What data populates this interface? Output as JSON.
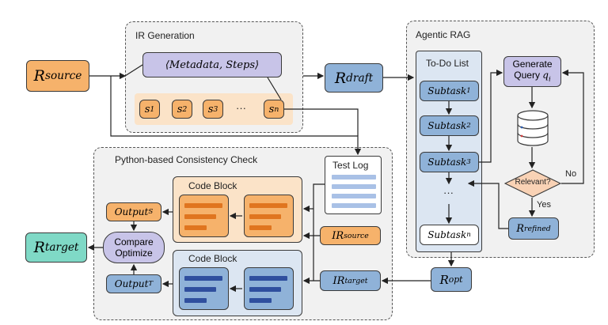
{
  "panels": {
    "ir_generation": "IR Generation",
    "agentic_rag": "Agentic RAG",
    "consistency_check": "Python-based Consistency Check"
  },
  "nodes": {
    "r_source": {
      "base": "R",
      "sub": "source"
    },
    "metadata_steps": "⟨Metadata, Steps⟩",
    "steps": [
      {
        "base": "s",
        "sub": "1"
      },
      {
        "base": "s",
        "sub": "2"
      },
      {
        "base": "s",
        "sub": "3"
      }
    ],
    "steps_ellipsis": "···",
    "step_n": {
      "base": "s",
      "sub": "n"
    },
    "r_draft": {
      "base": "R",
      "sub": "draft"
    },
    "todo_title": "To-Do List",
    "subtasks": [
      {
        "base": "Subtask",
        "sub": "1"
      },
      {
        "base": "Subtask",
        "sub": "2"
      },
      {
        "base": "Subtask",
        "sub": "3"
      }
    ],
    "subtask_ellipsis": "···",
    "subtask_n": {
      "base": "Subtask",
      "sub": "n"
    },
    "generate_query": "Generate",
    "query_label": {
      "text": "Query ",
      "base": "q",
      "sub": "i"
    },
    "relevant": "Relevant?",
    "no_label": "No",
    "yes_label": "Yes",
    "r_refined": {
      "base": "R",
      "sub": "refined"
    },
    "r_opt": {
      "base": "R",
      "sub": "opt"
    },
    "test_log": "Test Log",
    "code_block_top": "Code Block",
    "code_block_bottom": "Code Block",
    "ir_source": {
      "base": "IR",
      "sub": "source"
    },
    "ir_target": {
      "base": "IR",
      "sub": "target"
    },
    "output_s": {
      "base": "Output",
      "sub": "S"
    },
    "output_t": {
      "base": "Output",
      "sub": "T"
    },
    "compare": "Compare",
    "optimize": "Optimize",
    "r_target": {
      "base": "R",
      "sub": "target"
    }
  },
  "colors": {
    "orange": "#f6b26b",
    "orange_light": "#fbe3c8",
    "blue": "#8fb2d8",
    "blue_light": "#dce6f2",
    "purple": "#c8c4e8",
    "code_orange": "#e0751f",
    "code_blue": "#2f4f9e",
    "log_lines": "#a9c1e6"
  }
}
